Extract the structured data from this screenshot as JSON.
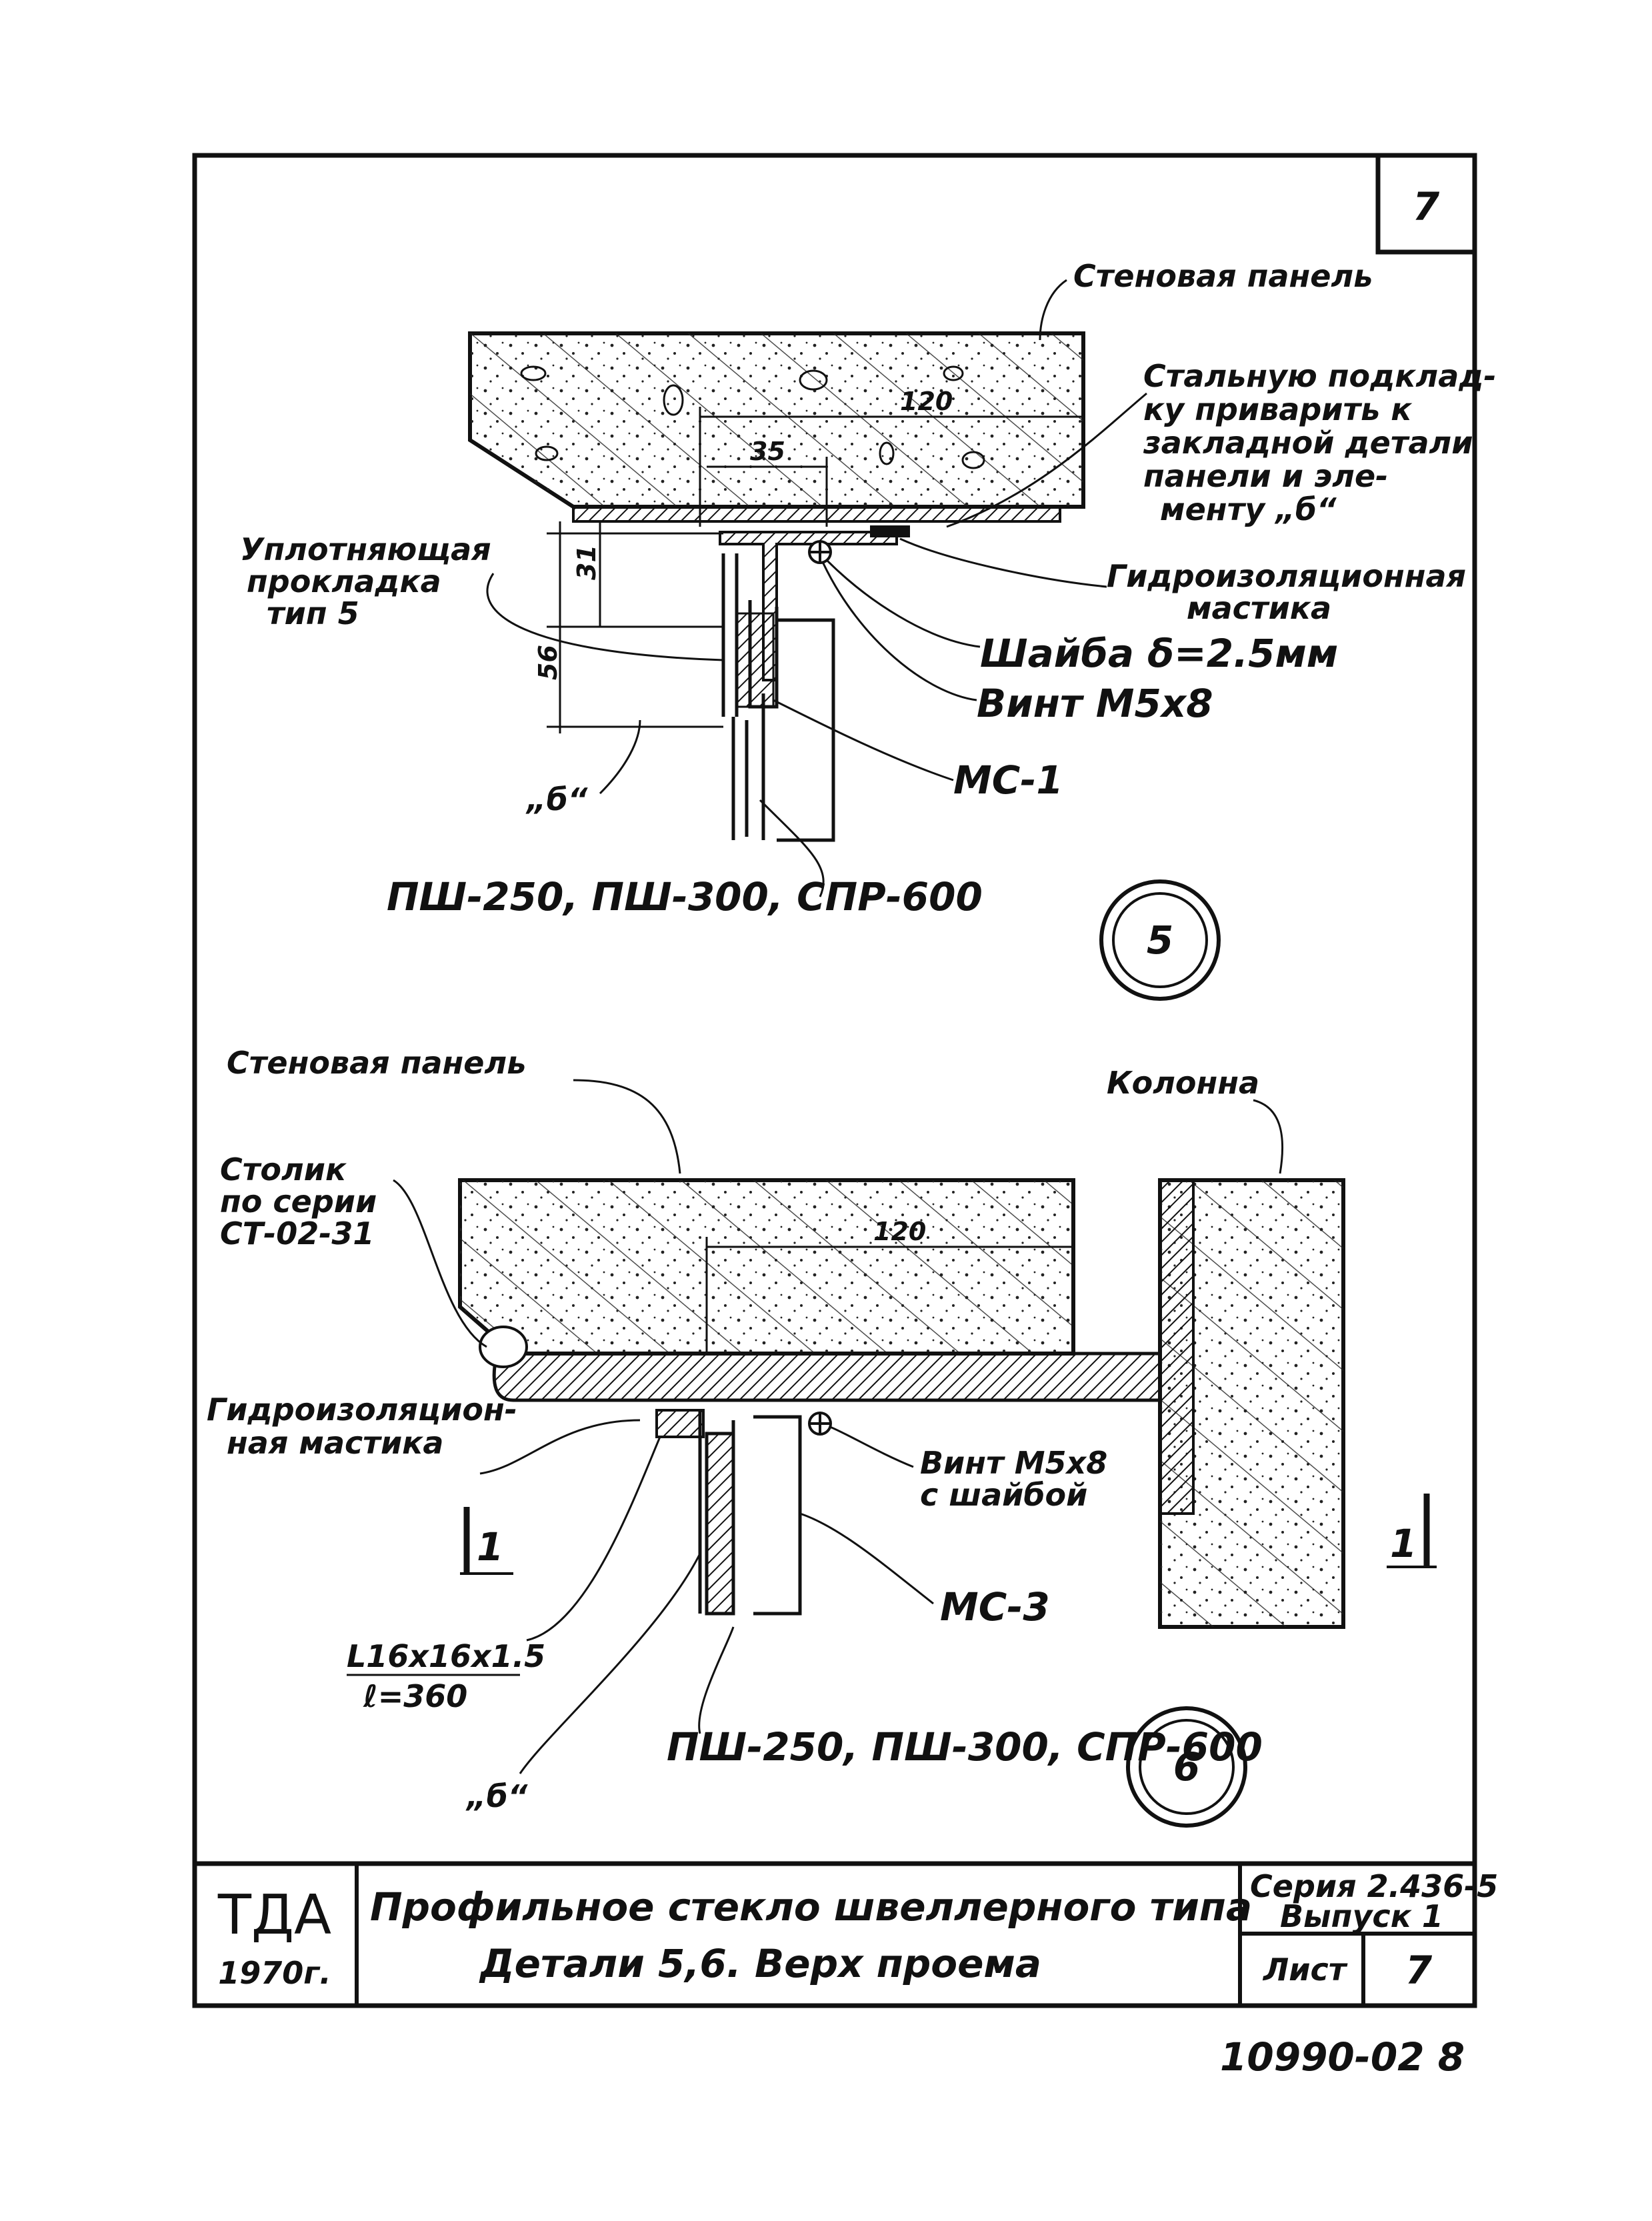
{
  "sheet_number_corner": "7",
  "detail5": {
    "panel_label": "Стеновая панель",
    "weld_note": [
      "Стальную подклад-",
      "ку приварить к",
      "закладной детали",
      "панели и эле-",
      "менту „б“"
    ],
    "seal_label": [
      "Уплотняющая",
      "прокладка",
      "тип 5"
    ],
    "mastic_label": [
      "Гидроизоляционная",
      "мастика"
    ],
    "washer_label": "Шайба δ=2.5мм",
    "screw_label": "Винт М5х8",
    "profile_label": "МС-1",
    "glass_label": "ПШ-250, ПШ-300, СПР-600",
    "element_label": "„б“",
    "dim_120": "120",
    "dim_35": "35",
    "dim_31": "31",
    "dim_56": "56",
    "number": "5"
  },
  "detail6": {
    "panel_label": "Стеновая панель",
    "column_label": "Колонна",
    "table_label": [
      "Столик",
      "по серии",
      "СТ-02-31"
    ],
    "mastic_label": [
      "Гидроизоляцион-",
      "ная мастика"
    ],
    "screw_label": [
      "Винт М5х8",
      "с шайбой"
    ],
    "profile_label": "МС-3",
    "angle_label": [
      "L16х16х1.5",
      "ℓ=360"
    ],
    "glass_label": "ПШ-250, ПШ-300, СПР-600",
    "element_label": "„б“",
    "section_mark": "1",
    "dim_120": "120",
    "number": "6"
  },
  "title_block": {
    "org": "ТДА",
    "year": "1970г.",
    "title_line1": "Профильное стекло швеллерного типа",
    "title_line2": "Детали 5,6. Верх проема",
    "series": "Серия 2.436-5",
    "issue": "Выпуск 1",
    "sheet_label": "Лист",
    "sheet_value": "7"
  },
  "doc_number": "10990-02 8"
}
